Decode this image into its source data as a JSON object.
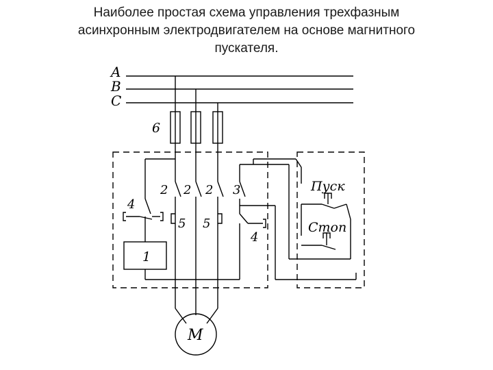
{
  "title": {
    "line1": "Наиболее простая схема управления трехфазным",
    "line2": "асинхронным электродвигателем на основе магнитного",
    "line3": "пускателя."
  },
  "phases": {
    "a": "A",
    "b": "B",
    "c": "C"
  },
  "labels": {
    "fuse": "6",
    "contact_2a": "2",
    "contact_2b": "2",
    "contact_2c": "2",
    "contact_3": "3",
    "contact_4_left": "4",
    "contact_4_right": "4",
    "contact_5_left": "5",
    "contact_5_right": "5",
    "coil": "1",
    "motor": "M",
    "start_button": "Пуск",
    "stop_button": "Стоп"
  }
}
